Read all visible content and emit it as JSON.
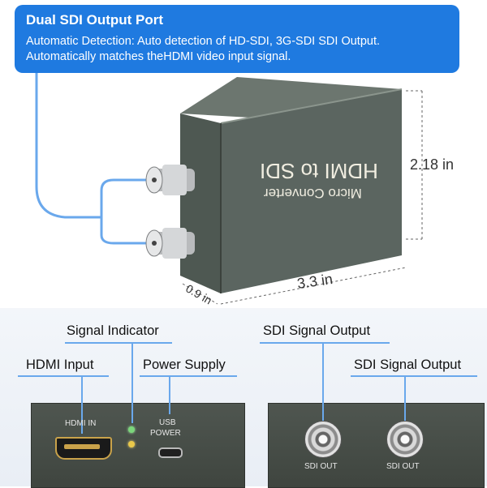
{
  "callout": {
    "title": "Dual SDI Output Port",
    "desc_line1": "Automatic Detection: Auto detection of HD-SDI, 3G-SDI SDI Output.",
    "desc_line2": "Automatically matches theHDMI video input signal."
  },
  "device": {
    "title": "HDMI to SDI",
    "subtitle": "Micro Converter"
  },
  "dimensions": {
    "height": "2.18 in",
    "length": "3.3 in",
    "depth": "0.9 in"
  },
  "labels": {
    "signal_indicator": "Signal Indicator",
    "hdmi_input": "HDMI Input",
    "power_supply": "Power Supply",
    "sdi_output_1": "SDI Signal Output",
    "sdi_output_2": "SDI Signal Output"
  },
  "panel_left": {
    "hdmi_in": "HDMI IN",
    "usb_line1": "USB",
    "usb_line2": "POWER"
  },
  "panel_right": {
    "sdi_out_1": "SDI OUT",
    "sdi_out_2": "SDI OUT"
  },
  "colors": {
    "accent": "#1f7ae0",
    "device_body": "#5b6560",
    "leader_line": "#6aa8ec"
  }
}
